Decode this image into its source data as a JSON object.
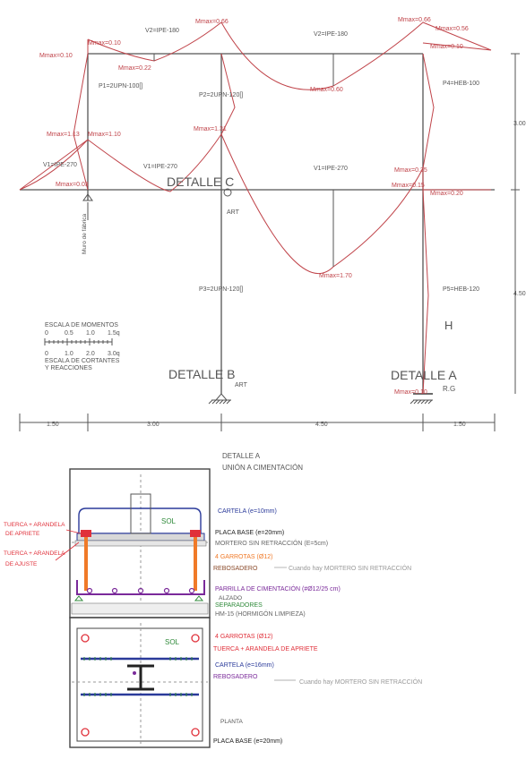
{
  "frame": {
    "beams": {
      "top_left": "V2=IPE-180",
      "top_right": "V2=IPE-180",
      "mid_left_overhang": "V1=IPE-270",
      "mid_left_span": "V1=IPE-270",
      "mid_right_span": "V1=IPE-270"
    },
    "columns": {
      "p1": "P1=2UPN-100[]",
      "p2": "P2=2UPN-120[]",
      "p3": "P3=2UPN-120[]",
      "p4": "P4=HEB-100",
      "p5": "P5=HEB-120"
    },
    "moments": {
      "top_left_node": "Mmax=0.10",
      "top_left_top": "Mmax=0.10",
      "top_left_span": "Mmax=0.22",
      "top_center": "Mmax=0.66",
      "top_right_span": "Mmax=0.60",
      "top_right_node": "Mmax=0.66",
      "top_right_tip": "Mmax=0.56",
      "top_right_low": "Mmax=0.10",
      "mid_left_col_a": "Mmax=1.13",
      "mid_left_col_b": "Mmax=1.10",
      "mid_left_overhang": "Mmax=0.03",
      "mid_center_node": "Mmax=1.31",
      "mid_right_node_a": "Mmax=0.35",
      "mid_right_node_b": "Mmax=0.15",
      "mid_right_tip": "Mmax=0.20",
      "mid_right_span": "Mmax=1.70",
      "base_right": "Mmax=0.10"
    },
    "labels": {
      "detail_c": "DETALLE C",
      "detail_b": "DETALLE B",
      "detail_a": "DETALLE A",
      "art": "ART",
      "rg": "R.G",
      "wall": "Muro de fábrica",
      "h_symbol": "H"
    },
    "dims_right": [
      "3.00",
      "4.50"
    ],
    "dims_bottom": [
      "1.50",
      "3.00",
      "4.50",
      "1.50"
    ],
    "scales": {
      "moments_title": "ESCALA DE MOMENTOS",
      "moments_ticks": [
        "0",
        "0.5",
        "1.0",
        "1.5q"
      ],
      "shear_ticks": [
        "0",
        "1.0",
        "2.0",
        "3.0q"
      ],
      "shear_title_1": "ESCALA DE CORTANTES",
      "shear_title_2": "Y REACCIONES"
    }
  },
  "detail": {
    "title_1": "DETALLE A",
    "title_2": "UNIÓN A CIMENTACIÓN",
    "sol": "SOL",
    "alzado": "ALZADO",
    "planta": "PLANTA",
    "left_notes": {
      "nut_washer_top_1": "TUERCA + ARANDELA",
      "nut_washer_top_2": "DE APRIETE",
      "nut_washer_bottom_1": "TUERCA + ARANDELA",
      "nut_washer_bottom_2": "DE AJUSTE"
    },
    "elevation_notes": {
      "cartela": "CARTELA (e=10mm)",
      "placa": "PLACA BASE (e=20mm)",
      "mortero": "MORTERO SIN RETRACCIÓN (E=5cm)",
      "garrotas": "4 GARROTAS (Ø12)",
      "rebosadero": "REBOSADERO",
      "rebosadero_note": "Cuando hay MORTERO SIN RETRACCIÓN",
      "parrilla": "PARRILLA DE CIMENTACIÓN (#Ø12/25 cm)",
      "separadores": "SEPARADORES",
      "hormigon": "HM-15 (HORMIGÓN LIMPIEZA)"
    },
    "plan_notes": {
      "garrotas": "4 GARROTAS (Ø12)",
      "tuerca": "TUERCA + ARANDELA DE APRIETE",
      "cartela": "CARTELA (e=16mm)",
      "rebosadero": "REBOSADERO",
      "rebosadero_note": "Cuando hay MORTERO SIN RETRACCIÓN",
      "placa": "PLACA BASE (e=20mm)"
    }
  },
  "colors": {
    "ink": "#555555",
    "moment": "#c0444a",
    "blue": "#2a3a9a",
    "green": "#2f8a3a",
    "orange": "#f07a28",
    "purple": "#7a2a9a",
    "red_note": "#e0303a",
    "brown": "#8a4a2a"
  }
}
